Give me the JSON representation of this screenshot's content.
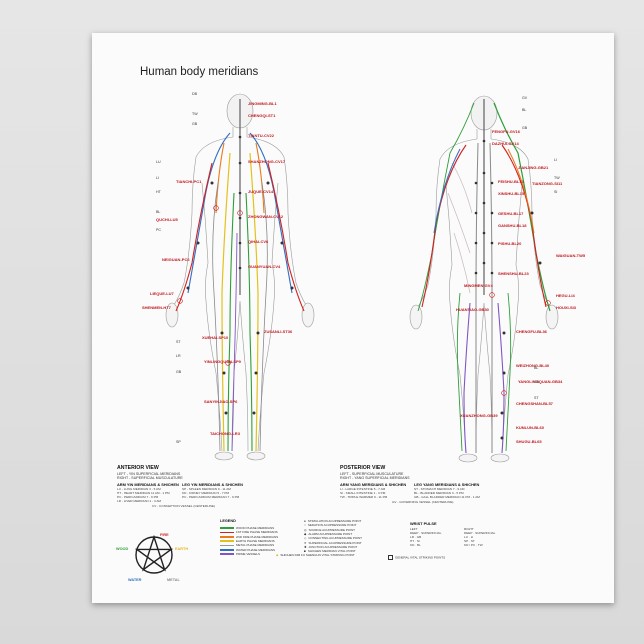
{
  "title": "Human body meridians",
  "anterior": {
    "heading": "ANTERIOR VIEW",
    "sub": [
      "LEFT - YIN SUPERFICIAL MERIDIANS",
      "RIGHT - SUPERFICIAL MUSCULATURE"
    ],
    "col1_head": "ARM YIN MERIDIANS & SHICHEN",
    "col1": [
      "LU - LUNG MERIDIAN 3 - 5 AM",
      "HT - HEART MERIDIAN 11 AM - 1 PM",
      "PC - PERICARDIUM 7 - 9 PM",
      "LR - LIVER MERIDIAN 1 - 3 AM"
    ],
    "col2_head": "LEG YIN MERIDIANS & SHICHEN",
    "col2": [
      "SP - SPLEEN MERIDIAN 9 - 11 AM",
      "KD - KIDNEY MERIDIAN 5 - 7 PM",
      "PC - PERICARDIUM MERIDIAN 7 - 9 PM"
    ],
    "extra": "CV - CONCEPTION VESSEL (CENTERLINE)"
  },
  "posterior": {
    "heading": "POSTERIOR VIEW",
    "sub": [
      "LEFT - SUPERFICIAL MUSCULATURE",
      "RIGHT - YANG SUPERFICIAL MERIDIANS"
    ],
    "col1_head": "ARM YANG MERIDIANS & SHICHEN",
    "col1": [
      "LI - LARGE INTESTINE 5 - 7 AM",
      "SI - SMALL INTESTINE 1 - 3 PM",
      "TW - TRIPLE WARMER 9 - 11 PM"
    ],
    "col2_head": "LEG YANG MERIDIANS & SHICHEN",
    "col2": [
      "ST - STOMACH MERIDIAN 7 - 9 AM",
      "BL - BLADDER MERIDIAN 3 - 5 PM",
      "GB - GALL BLADDER MERIDIAN 11 PM - 1 AM"
    ],
    "extra": "GV - GOVERNING VESSEL (CENTERLINE)"
  },
  "legend": {
    "title": "LEGEND",
    "meridians": [
      {
        "label": "WOOD PHASE MERIDIANS",
        "color": "#2e9e3a"
      },
      {
        "label": "1ST FIRE PHASE MERIDIANS",
        "color": "#d32020"
      },
      {
        "label": "2ND FIRE PHASE MERIDIANS",
        "color": "#e87b1e"
      },
      {
        "label": "EARTH PHASE MERIDIANS",
        "color": "#e2c21d"
      },
      {
        "label": "METAL PHASE MERIDIANS",
        "color": "#9a9a9a"
      },
      {
        "label": "WATER PHASE MERIDIANS",
        "color": "#2f6fc4"
      },
      {
        "label": "PRIME VESSELS",
        "color": "#7e57c2"
      }
    ],
    "points": [
      "STIMULATION ACUPRESSURE POINT",
      "SEDATION ACUPRESSURE POINT",
      "SOURCE ACUPRESSURE POINT",
      "ALARM ACUPRESSURE POINT",
      "CONNECTING ACUPRESSURE POINT",
      "SUPERFICIAL ACUPRESSURE POINT",
      "JUNCTION ACUPRESSURE POINT",
      "SHICHEN MERIDIAN VITAL POINT",
      "SHICHEN DIM FU SHENGUN VITAL STRIKING POINT"
    ],
    "pulse": {
      "head": "WRIST PULSE",
      "left_head": "LEFT",
      "right_head": "RIGHT",
      "left": [
        "DEEP · SUPERFICIAL",
        "LR · GB",
        "HT · SI",
        "KD · BL"
      ],
      "right": [
        "DEEP · SUPERFICIAL",
        "LU · LI",
        "SP · ST",
        "KD / PC · TW"
      ]
    },
    "general": "GENERAL VITAL STRIKING POINTS"
  },
  "elements": {
    "fire": "FIRE",
    "wood": "WOOD",
    "earth": "EARTH",
    "water": "WATER",
    "metal": "METAL"
  },
  "colors": {
    "fire": "#d32020",
    "wood": "#2e9e3a",
    "earth": "#e2b51d",
    "water": "#2f6fc4",
    "metal": "#8a8a8a"
  },
  "anterior_points": [
    "JINGMING-BL1",
    "CHENGQI-ST1",
    "TIANTU-CV22",
    "TIANCHI-PC1",
    "SHANZHONG-CV17",
    "QUCHI-LU5",
    "JUQUE-CV14",
    "ZHONGWAN-CV12",
    "NEIGUAN-PC6",
    "LIEQUE-LU7",
    "SHENMEN-HT7",
    "QIHAI-CV6",
    "GUANYUAN-CV4",
    "XUEHAI-SP10",
    "YINLINGQUAN-SP9",
    "ZUSANLI-ST36",
    "SANYINJIAO-SP6",
    "TAICHONG-LR3"
  ],
  "posterior_points": [
    "FENGFU-GV16",
    "DAZHUI-GV14",
    "JIANJING-GB21",
    "TIANZONG-SI11",
    "FEISHU-BL13",
    "XINSHU-BL15",
    "GESHU-BL17",
    "GANSHU-BL18",
    "PISHU-BL20",
    "SHENSHU-BL23",
    "MINGMEN-GV4",
    "WAIGUAN-TW5",
    "HEGU-LI4",
    "HOUXI-SI3",
    "HUANTIAO-GB30",
    "CHENGFU-BL36",
    "WEIZHONG-BL40",
    "CHENGSHAN-BL57",
    "KUNLUN-BL60",
    "YANGLINGQUAN-GB34",
    "SHUGU-BL65",
    "XUANZHONG-GB39"
  ]
}
